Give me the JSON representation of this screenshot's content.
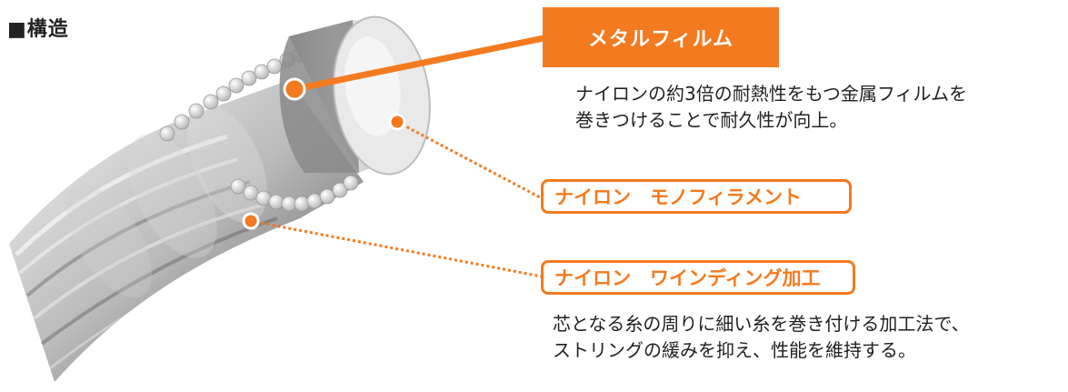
{
  "heading": "■構造",
  "labels": {
    "metal_film": "メタルフィルム",
    "monofilament": "ナイロン　モノフィラメント",
    "winding": "ナイロン　ワインディング加工"
  },
  "descriptions": {
    "metal_film": [
      "ナイロンの約3倍の耐熱性をもつ金属フィルムを",
      "巻きつけることで耐久性が向上。"
    ],
    "winding": [
      "芯となる糸の周りに細い糸を巻き付ける加工法で、",
      "ストリングの緩みを抑え、性能を維持する。"
    ]
  },
  "colors": {
    "accent": "#f47a1f",
    "text": "#222222"
  }
}
